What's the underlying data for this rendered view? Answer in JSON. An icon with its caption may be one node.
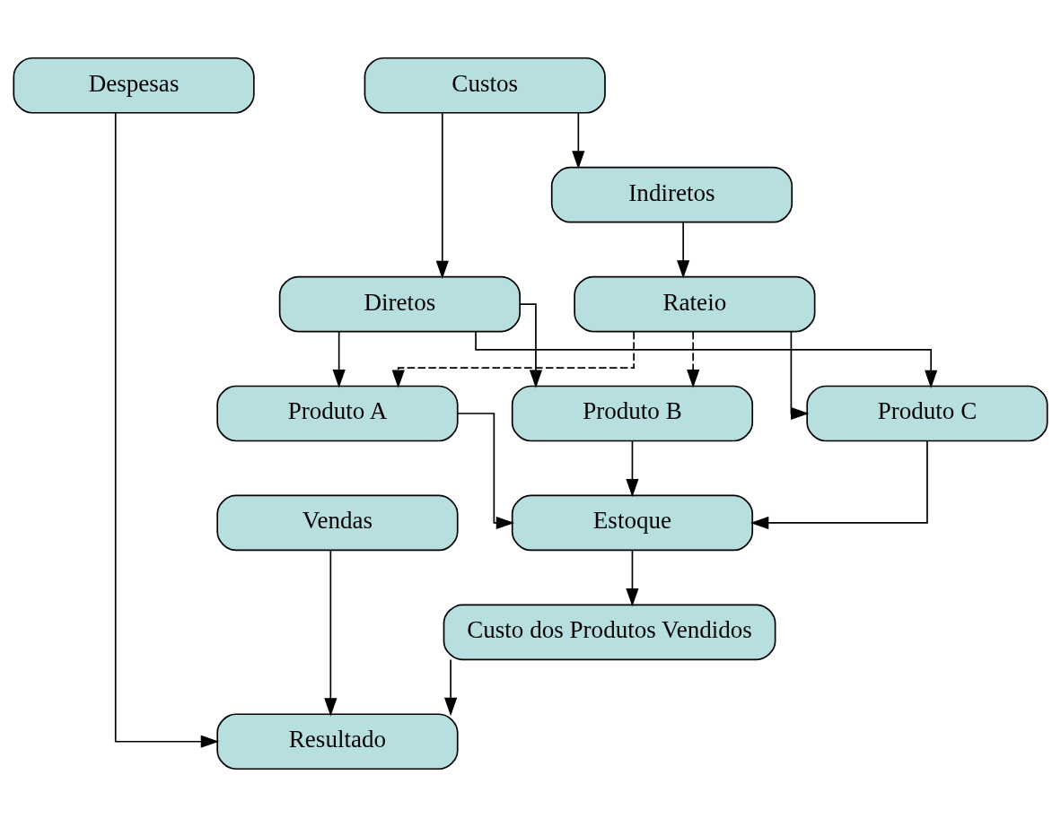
{
  "diagram": {
    "nodes": [
      {
        "text": [
          "Custos"
        ]
      },
      {
        "text": [
          "Despesas"
        ]
      },
      {
        "text": [
          "Indiretos"
        ]
      },
      {
        "text": [
          "Diretos"
        ]
      },
      {
        "text": [
          "Rateio"
        ]
      },
      {
        "text": [
          "Produto A"
        ]
      },
      {
        "text": [
          "Produto B"
        ]
      },
      {
        "text": [
          "Produto C"
        ]
      },
      {
        "text": [
          "Vendas"
        ]
      },
      {
        "text": [
          "Estoque"
        ]
      },
      {
        "text": [
          "Custo dos Produtos Vendidos"
        ]
      },
      {
        "text": [
          "Resultado"
        ]
      }
    ],
    "edges": [
      {
        "from": 0,
        "to": 2,
        "arrow": "to"
      },
      {
        "from": 0,
        "to": 3,
        "arrow": "to"
      },
      {
        "from": 2,
        "to": 4,
        "arrow": "to"
      },
      {
        "from": 3,
        "to": 5,
        "arrow": "to"
      },
      {
        "from": 4,
        "to": 5,
        "arrow": "to",
        "style": "dashed"
      },
      {
        "from": 3,
        "to": 6,
        "arrow": "to"
      },
      {
        "from": 4,
        "to": 6,
        "arrow": "to",
        "style": "dashed"
      },
      {
        "from": 3,
        "to": 7,
        "arrow": "to"
      },
      {
        "from": 4,
        "to": 7,
        "arrow": "to"
      },
      {
        "from": 5,
        "to": 9,
        "arrow": "to"
      },
      {
        "from": 6,
        "to": 9,
        "arrow": "to"
      },
      {
        "from": 7,
        "to": 9,
        "arrow": "to"
      },
      {
        "from": 9,
        "to": 10,
        "arrow": "to"
      },
      {
        "from": 10,
        "to": 11,
        "arrow": "to"
      },
      {
        "from": 1,
        "to": 11,
        "arrow": "to"
      },
      {
        "from": 8,
        "to": 11,
        "arrow": "to"
      }
    ]
  }
}
